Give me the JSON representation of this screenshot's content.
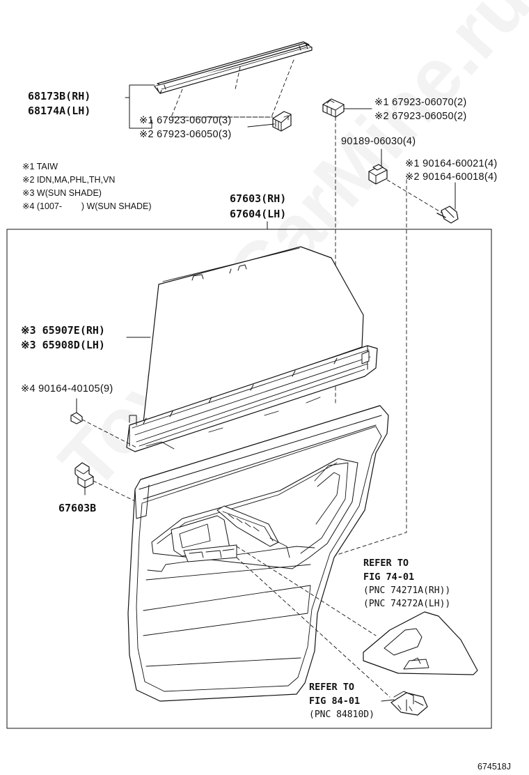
{
  "watermark": "ToyotaCarMine.ru",
  "figure_id": "674518J",
  "legend": [
    "※1 TAIW",
    "※2 IDN,MA,PHL,TH,VN",
    "※3 W(SUN SHADE)",
    "※4 (1007-        ) W(SUN SHADE)"
  ],
  "parts": {
    "rail_rh": "68173B(RH)",
    "rail_lh": "68174A(LH)",
    "clip_left_1": "※1 67923-06070(3)",
    "clip_left_2": "※2 67923-06050(3)",
    "clip_right_1": "※1 67923-06070(2)",
    "clip_right_2": "※2 67923-06050(2)",
    "retainer": "90189-06030(4)",
    "screw_1": "※1 90164-60021(4)",
    "screw_2": "※2 90164-60018(4)",
    "panel_rh": "67603(RH)",
    "panel_lh": "67604(LH)",
    "shade_rh": "※3 65907E(RH)",
    "shade_lh": "※3 65908D(LH)",
    "shade_screw": "※4 90164-40105(9)",
    "clip_panel": "67603B"
  },
  "refs": {
    "ref1_line1": "REFER TO",
    "ref1_line2": "FIG 74-01",
    "ref1_line3": "(PNC 74271A(RH))",
    "ref1_line4": "(PNC 74272A(LH))",
    "ref2_line1": "REFER TO",
    "ref2_line2": "FIG 84-01",
    "ref2_line3": "(PNC 84810D)"
  }
}
